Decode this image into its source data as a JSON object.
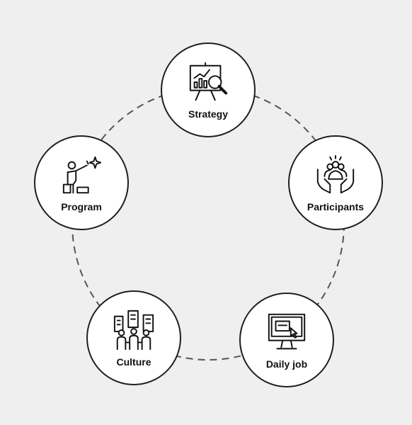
{
  "diagram": {
    "nodes": [
      {
        "id": "strategy",
        "label": "Strategy",
        "icon": "presentation-chart-magnifier-icon"
      },
      {
        "id": "participants",
        "label": "Participants",
        "icon": "hands-holding-people-icon"
      },
      {
        "id": "daily_job",
        "label": "Daily job",
        "icon": "monitor-cursor-icon"
      },
      {
        "id": "culture",
        "label": "Culture",
        "icon": "people-city-icon"
      },
      {
        "id": "program",
        "label": "Program",
        "icon": "person-reaching-star-icon"
      }
    ],
    "connector_style": "dashed-circle",
    "colors": {
      "background": "#efefef",
      "stroke": "#1f1f1f",
      "node_fill": "#ffffff"
    }
  }
}
